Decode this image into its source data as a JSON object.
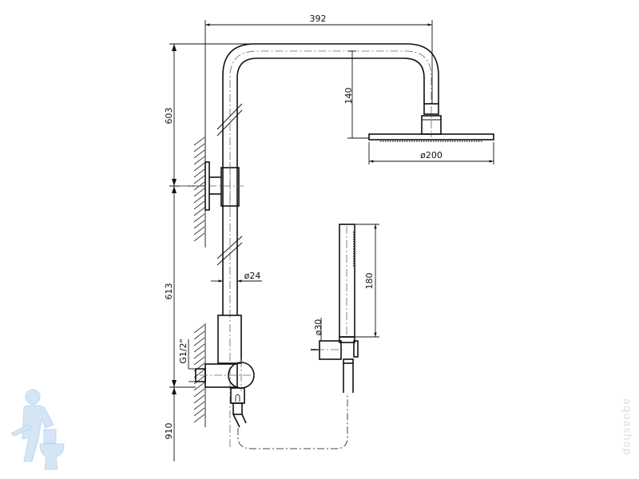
{
  "drawing": {
    "dimensions": {
      "width_overall": "392",
      "head_drop": "140",
      "head_diameter": "ø200",
      "upper_height": "603",
      "middle_height": "613",
      "lower_height": "910",
      "pipe_diameter": "ø24",
      "inlet_thread": "G1/2\"",
      "hand_shower_length": "180",
      "hand_shower_diameter": "ø30"
    }
  },
  "watermark": {
    "text": "aquashop"
  },
  "logo": {
    "icon": "plumber-with-toilet-logo",
    "color": "#bcd8ee"
  }
}
